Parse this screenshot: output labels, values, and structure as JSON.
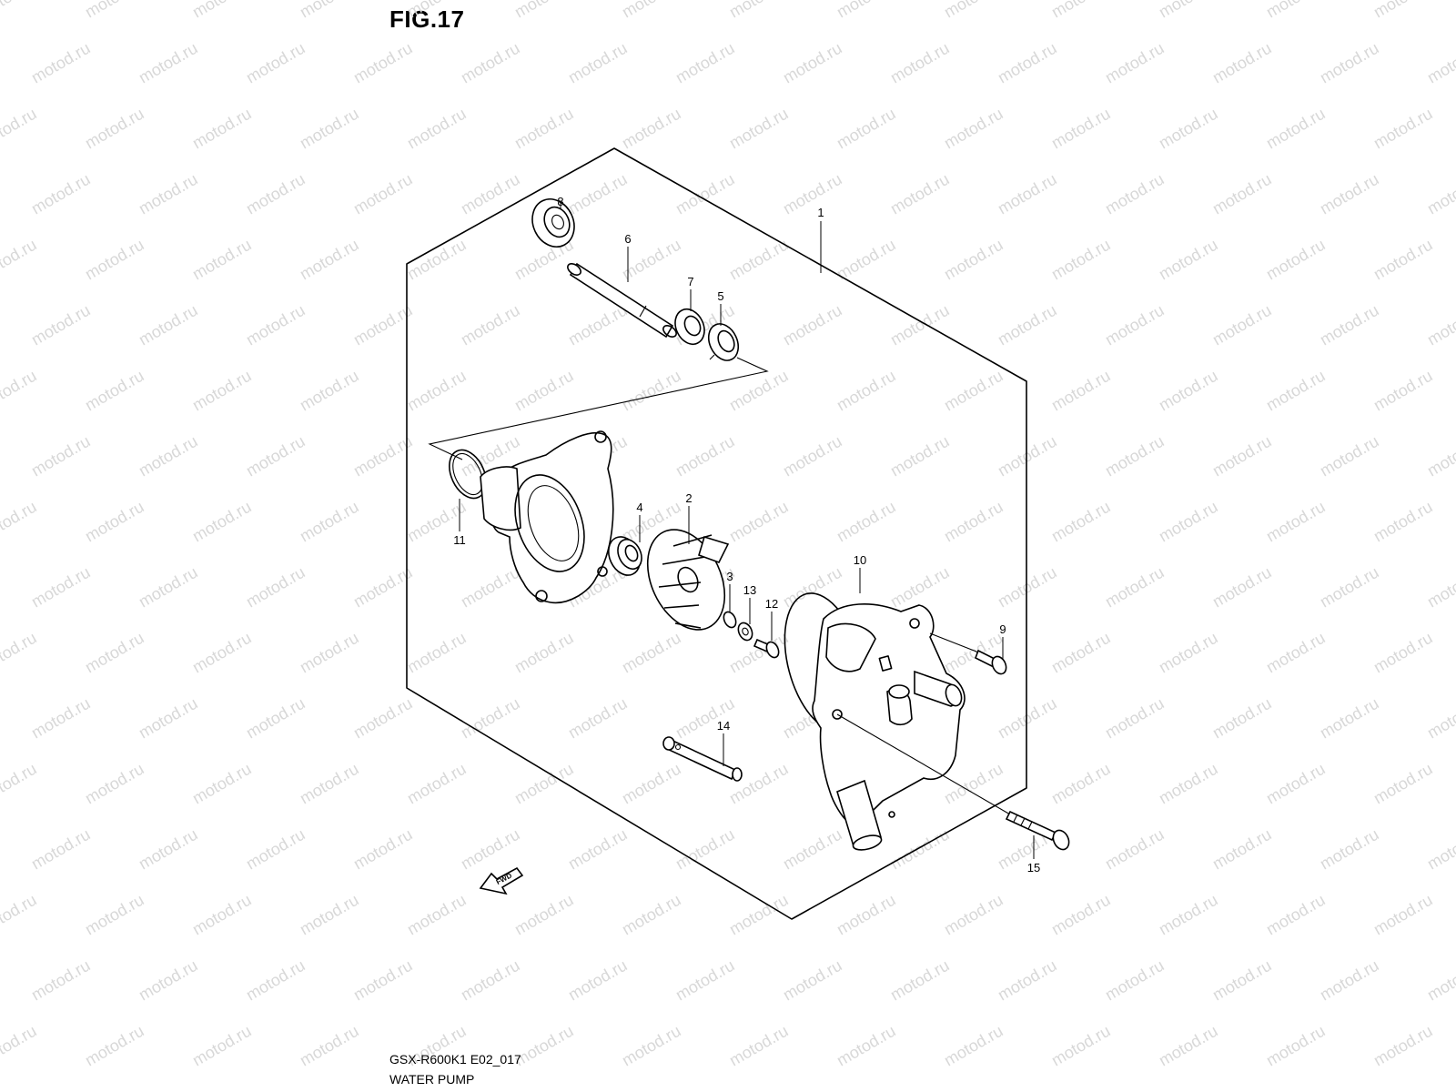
{
  "figure_label": "FIG.17",
  "model_code": "GSX-R600K1 E02_017",
  "section_name": "WATER PUMP",
  "fwd_label": "FWD",
  "watermark": "motod.ru",
  "callouts": [
    {
      "id": "c1",
      "label": "1"
    },
    {
      "id": "c2",
      "label": "2"
    },
    {
      "id": "c3",
      "label": "3"
    },
    {
      "id": "c4",
      "label": "4"
    },
    {
      "id": "c5",
      "label": "5"
    },
    {
      "id": "c6",
      "label": "6"
    },
    {
      "id": "c7",
      "label": "7"
    },
    {
      "id": "c8",
      "label": "8"
    },
    {
      "id": "c9",
      "label": "9"
    },
    {
      "id": "c10",
      "label": "10"
    },
    {
      "id": "c11",
      "label": "11"
    },
    {
      "id": "c12",
      "label": "12"
    },
    {
      "id": "c13",
      "label": "13"
    },
    {
      "id": "c14",
      "label": "14"
    },
    {
      "id": "c15",
      "label": "15"
    }
  ]
}
